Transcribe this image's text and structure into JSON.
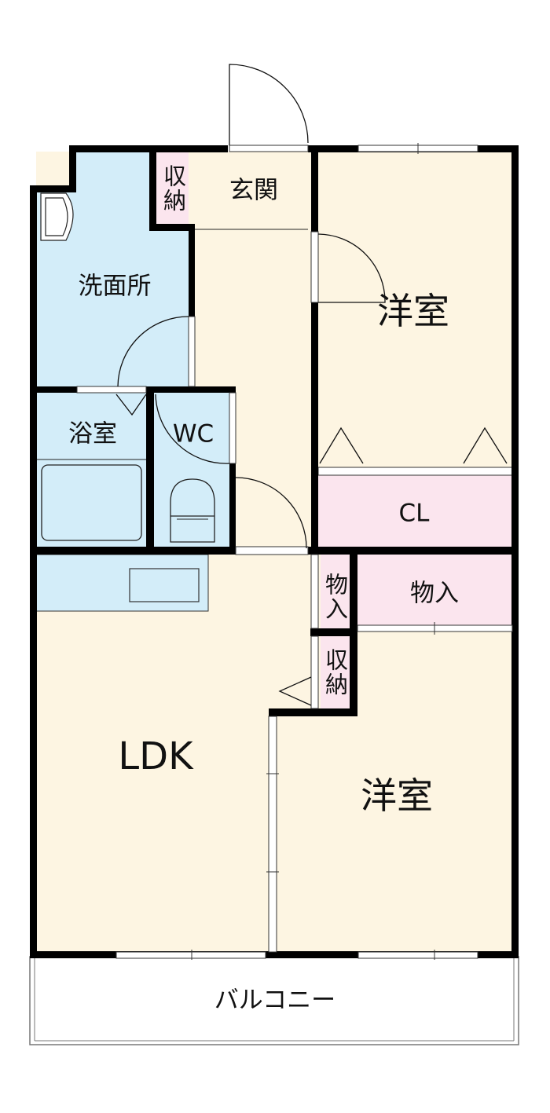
{
  "colors": {
    "wall": "#000000",
    "living": "#fdf5e2",
    "wet": "#d3edf9",
    "storage": "#fbe5ee",
    "balcony": "#ffffff"
  },
  "rooms": {
    "entrance": "玄関",
    "storage_entrance": "収納",
    "washroom": "洗面所",
    "bathroom": "浴室",
    "toilet": "WC",
    "western_room_1": "洋室",
    "closet": "CL",
    "storage_small": "物入",
    "storage_large": "物入",
    "storage_ldk": "収納",
    "ldk": "LDK",
    "western_room_2": "洋室",
    "balcony": "バルコニー"
  }
}
